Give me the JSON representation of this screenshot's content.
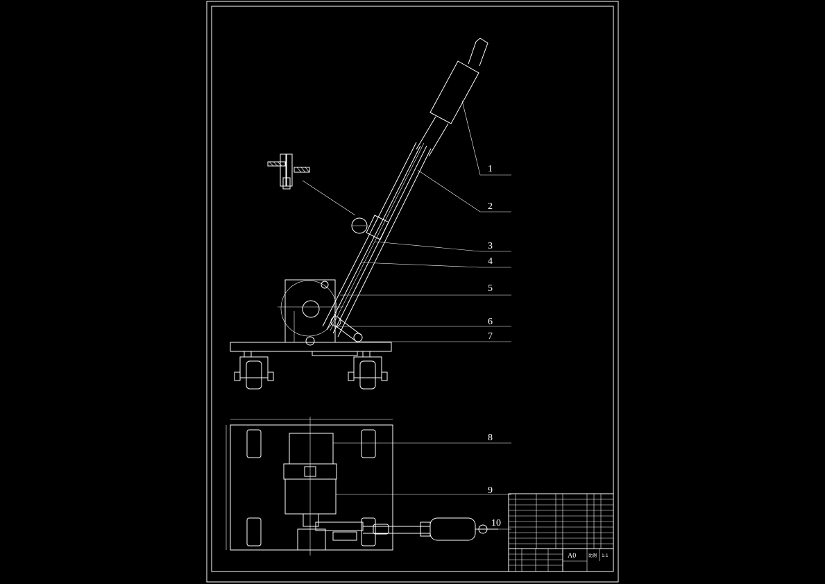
{
  "labels": [
    "1",
    "2",
    "3",
    "4",
    "5",
    "6",
    "7",
    "8",
    "9",
    "10"
  ],
  "title_block": {
    "size": "A0",
    "scale_label": "比例",
    "scale_value": "1:1"
  },
  "colors": {
    "background": "#000000",
    "lines": "#ffffff"
  }
}
